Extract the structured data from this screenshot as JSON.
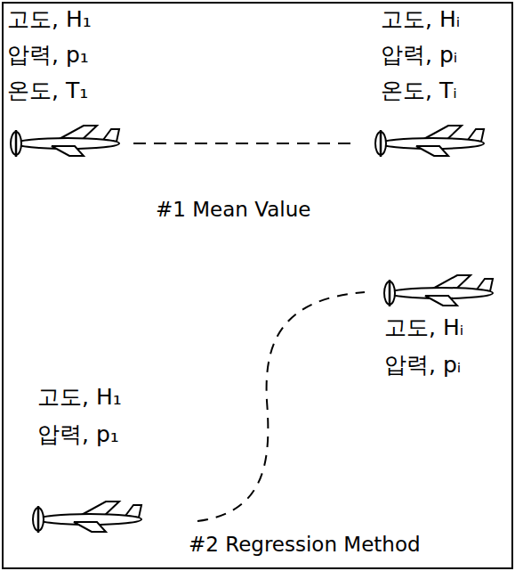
{
  "diagram": {
    "labels": [
      "고도, H₁",
      "압력, p₁",
      "온도, T₁",
      "고도, Hᵢ",
      "압력, pᵢ",
      "온도, Tᵢ",
      "#1 Mean Value",
      "고도, H₁",
      "압력, p₁",
      "고도, Hᵢ",
      "압력, pᵢ",
      "#2 Regression Method"
    ]
  }
}
